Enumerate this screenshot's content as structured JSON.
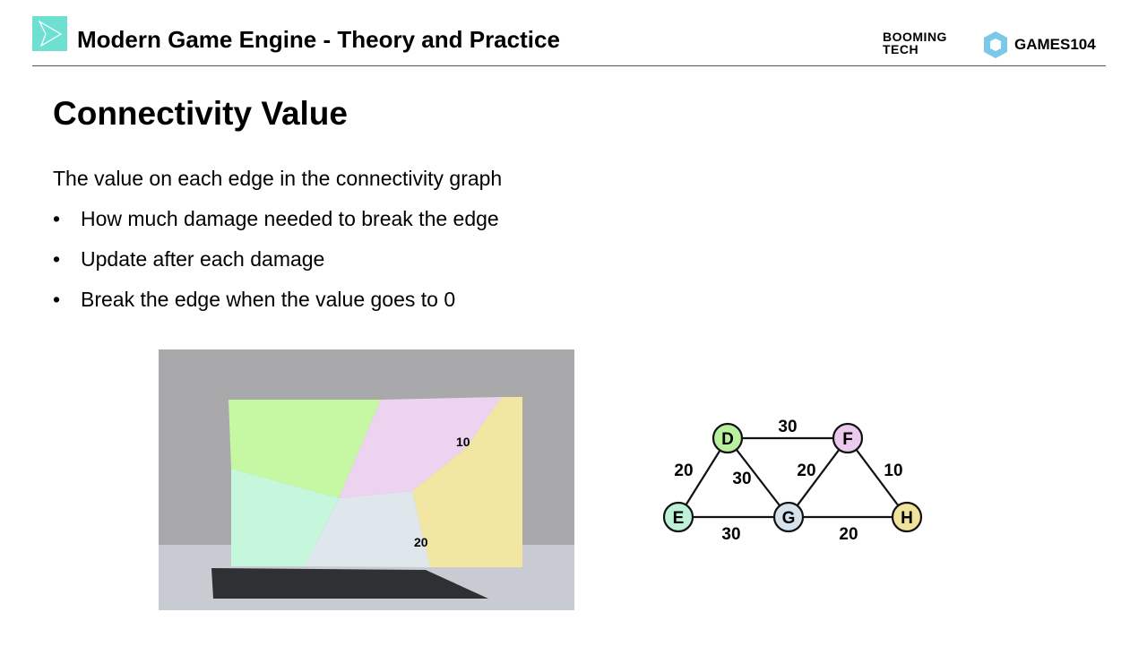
{
  "header": {
    "title": "Modern Game Engine - Theory and Practice",
    "brand_left": "BOOMING TECH",
    "brand_left_line1": "BOOMING",
    "brand_left_line2": "TECH",
    "brand_right": "GAMES104"
  },
  "slide": {
    "title": "Connectivity Value",
    "lead": "The value on each edge in the connectivity graph",
    "bullets": [
      "How much damage needed to break the edge",
      "Update after each damage",
      "Break the edge when the value goes to 0"
    ]
  },
  "screenshot_figure": {
    "labels": [
      "10",
      "20"
    ],
    "colors": {
      "background": "#a9a8aa",
      "floor": "#c8cbd1",
      "green": "#c6f7a3",
      "pink": "#ecd3ef",
      "yellow": "#f2e7a2",
      "mint": "#c5f7dc",
      "bluegray": "#dfe6ec"
    }
  },
  "graph": {
    "nodes": [
      {
        "id": "D",
        "color": "#b8f0a0"
      },
      {
        "id": "F",
        "color": "#ecc9ee"
      },
      {
        "id": "E",
        "color": "#bdf2d6"
      },
      {
        "id": "G",
        "color": "#d6e2ec"
      },
      {
        "id": "H",
        "color": "#f0e49c"
      }
    ],
    "edges": [
      {
        "from": "D",
        "to": "F",
        "value": "30"
      },
      {
        "from": "D",
        "to": "E",
        "value": "20"
      },
      {
        "from": "D",
        "to": "G",
        "value": "30"
      },
      {
        "from": "F",
        "to": "G",
        "value": "20"
      },
      {
        "from": "F",
        "to": "H",
        "value": "10"
      },
      {
        "from": "E",
        "to": "G",
        "value": "30"
      },
      {
        "from": "G",
        "to": "H",
        "value": "20"
      }
    ]
  }
}
